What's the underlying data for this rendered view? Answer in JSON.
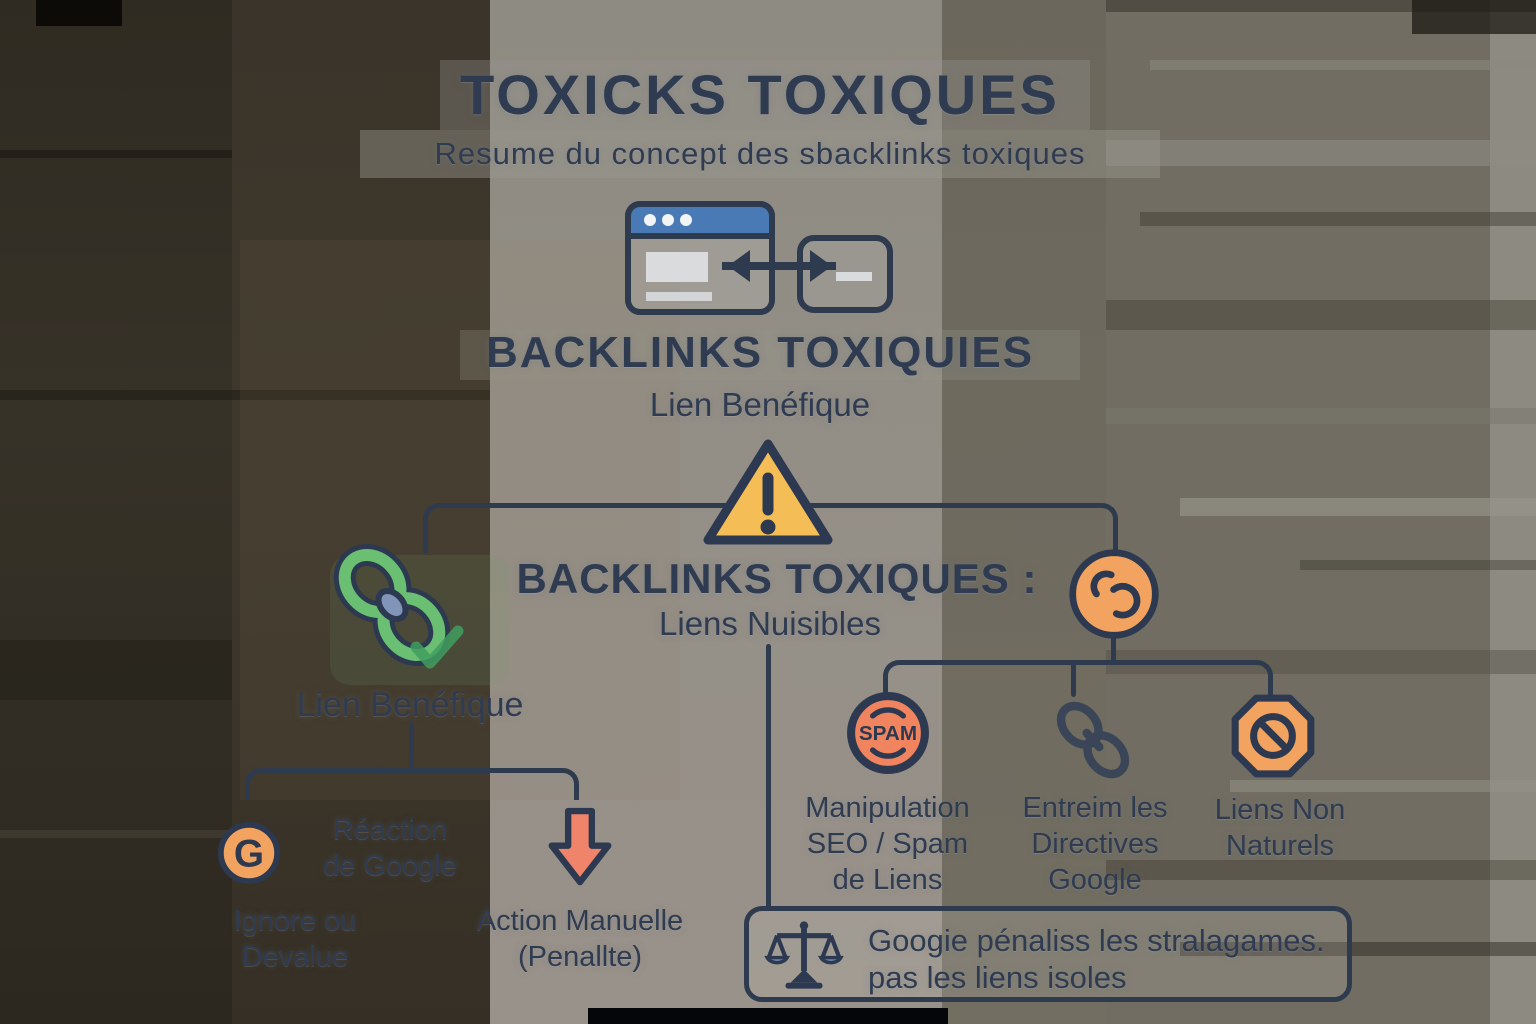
{
  "header": {
    "title": "TOXICKS TOXIQUES",
    "subtitle": "Resume du concept des sbacklinks toxiques"
  },
  "top_section": {
    "heading": "BACKLINKS TOXIQUIES",
    "subheading": "Lien Benéfique"
  },
  "warning_section": {
    "heading": "BACKLINKS TOXIQUES :",
    "subheading": "Liens Nuisibles"
  },
  "left_branch": {
    "label": "Lien Benéfique",
    "google_reaction": {
      "line1": "Réaction",
      "line2": "de Google"
    },
    "outcome_ignore": {
      "line1": "Ignore ou",
      "line2": "Devalue"
    },
    "outcome_action": {
      "line1": "Action Manuelle",
      "line2": "(Penallte)"
    }
  },
  "right_branch": {
    "spam_stamp_text": "SPAM",
    "items": [
      {
        "icon": "spam-stamp-icon",
        "line1": "Manipulation",
        "line2": "SEO / Spam",
        "line3": "de Liens"
      },
      {
        "icon": "chain-link-icon",
        "line1": "Entreim les",
        "line2": "Directives",
        "line3": "Google"
      },
      {
        "icon": "prohibition-icon",
        "line1": "Liens Non",
        "line2": "Naturels",
        "line3": ""
      }
    ]
  },
  "footer_note": {
    "line1": "Googie pénaliss les stralagames.",
    "line2": "pas les liens isoles"
  },
  "icons": [
    "browser-backlink-icon",
    "warning-triangle-icon",
    "good-link-icon",
    "broken-link-icon",
    "google-g-icon",
    "down-arrow-icon",
    "spam-stamp-icon",
    "chain-link-icon",
    "prohibition-icon",
    "scales-icon"
  ],
  "colors": {
    "text_dark": "#2e3a4e",
    "accent_orange": "#f2a35f",
    "accent_salmon": "#f0846a",
    "accent_green": "#6abf72",
    "accent_amber": "#f5bd55",
    "browser_blue": "#4a7ab5"
  }
}
